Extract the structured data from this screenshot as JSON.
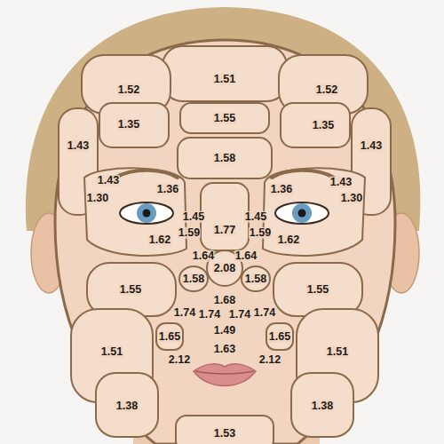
{
  "diagram": {
    "labels": [
      "1.52",
      "1.51",
      "1.52",
      "1.35",
      "1.55",
      "1.35",
      "1.43",
      "1.58",
      "1.43",
      "1.43",
      "1.36",
      "1.36",
      "1.43",
      "1.30",
      "1.30",
      "1.45",
      "1.45",
      "1.59",
      "1.77",
      "1.59",
      "1.62",
      "1.62",
      "1.64",
      "1.64",
      "2.08",
      "1.55",
      "1.58",
      "1.58",
      "1.55",
      "1.68",
      "1.74",
      "1.74",
      "1.74",
      "1.74",
      "1.49",
      "1.51",
      "1.65",
      "1.65",
      "1.51",
      "1.63",
      "2.12",
      "2.12",
      "1.38",
      "1.38",
      "1.53"
    ]
  }
}
